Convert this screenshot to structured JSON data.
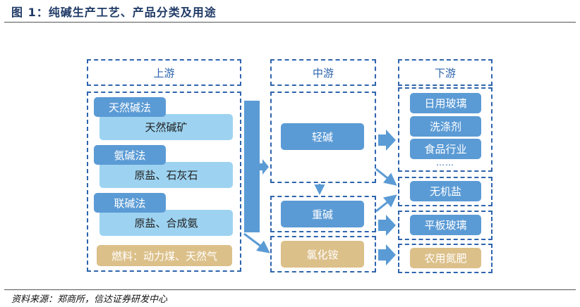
{
  "figure": {
    "title": "图 1：纯碱生产工艺、产品分类及用途",
    "source": "资料来源：郑商所，信达证券研发中心"
  },
  "upstream": {
    "header": "上游",
    "methods": [
      {
        "name": "天然碱法",
        "materials": "天然碱矿"
      },
      {
        "name": "氨碱法",
        "materials": "原盐、石灰石"
      },
      {
        "name": "联碱法",
        "materials": "原盐、合成氨"
      }
    ],
    "fuel": "燃料：动力煤、天然气"
  },
  "midstream": {
    "header": "中游",
    "products": [
      "轻碱",
      "重碱",
      "氯化铵"
    ]
  },
  "downstream": {
    "header": "下游",
    "light_soda_uses": [
      "日用玻璃",
      "洗涤剂",
      "食品行业"
    ],
    "ellipsis": "……",
    "inorganic_salt": "无机盐",
    "flat_glass": "平板玻璃",
    "fertilizer": "农用氮肥"
  },
  "colors": {
    "dashed_border": "#2e64ad",
    "primary_blue": "#5b9bd5",
    "light_blue": "#9dd3f1",
    "tan": "#dcc08a"
  }
}
